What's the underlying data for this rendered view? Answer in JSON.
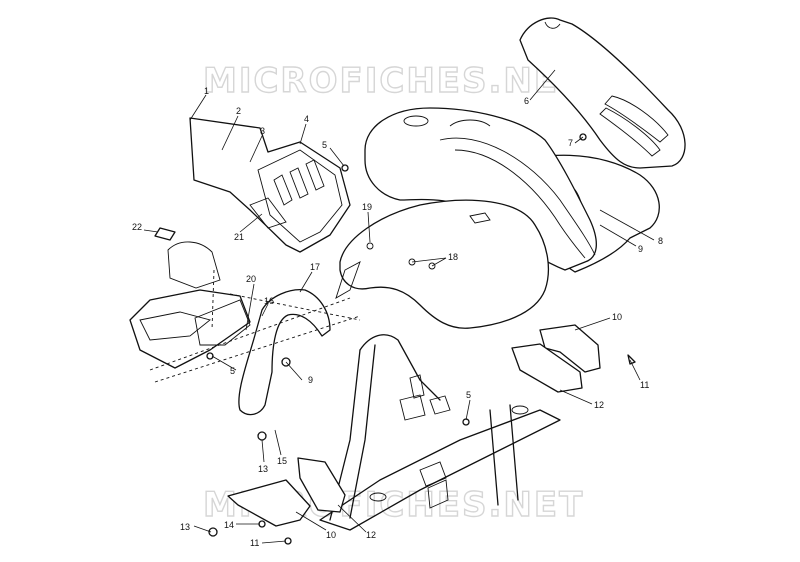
{
  "watermark": {
    "text": "MICROFICHES.NET"
  },
  "callouts": [
    {
      "id": "c1",
      "label": "1"
    },
    {
      "id": "c2",
      "label": "2"
    },
    {
      "id": "c3",
      "label": "3"
    },
    {
      "id": "c4",
      "label": "4"
    },
    {
      "id": "c5a",
      "label": "5"
    },
    {
      "id": "c6",
      "label": "6"
    },
    {
      "id": "c7",
      "label": "7"
    },
    {
      "id": "c8",
      "label": "8"
    },
    {
      "id": "c9a",
      "label": "9"
    },
    {
      "id": "c10a",
      "label": "10"
    },
    {
      "id": "c11a",
      "label": "11"
    },
    {
      "id": "c12a",
      "label": "12"
    },
    {
      "id": "c5b",
      "label": "5"
    },
    {
      "id": "c9b",
      "label": "9"
    },
    {
      "id": "c13a",
      "label": "13"
    },
    {
      "id": "c15",
      "label": "15"
    },
    {
      "id": "c16",
      "label": "16"
    },
    {
      "id": "c17",
      "label": "17"
    },
    {
      "id": "c18",
      "label": "18"
    },
    {
      "id": "c19",
      "label": "19"
    },
    {
      "id": "c20",
      "label": "20"
    },
    {
      "id": "c21",
      "label": "21"
    },
    {
      "id": "c22",
      "label": "22"
    },
    {
      "id": "c5c",
      "label": "5"
    },
    {
      "id": "c10b",
      "label": "10"
    },
    {
      "id": "c12b",
      "label": "12"
    },
    {
      "id": "c13b",
      "label": "13"
    },
    {
      "id": "c14",
      "label": "14"
    },
    {
      "id": "c11b",
      "label": "11"
    }
  ]
}
